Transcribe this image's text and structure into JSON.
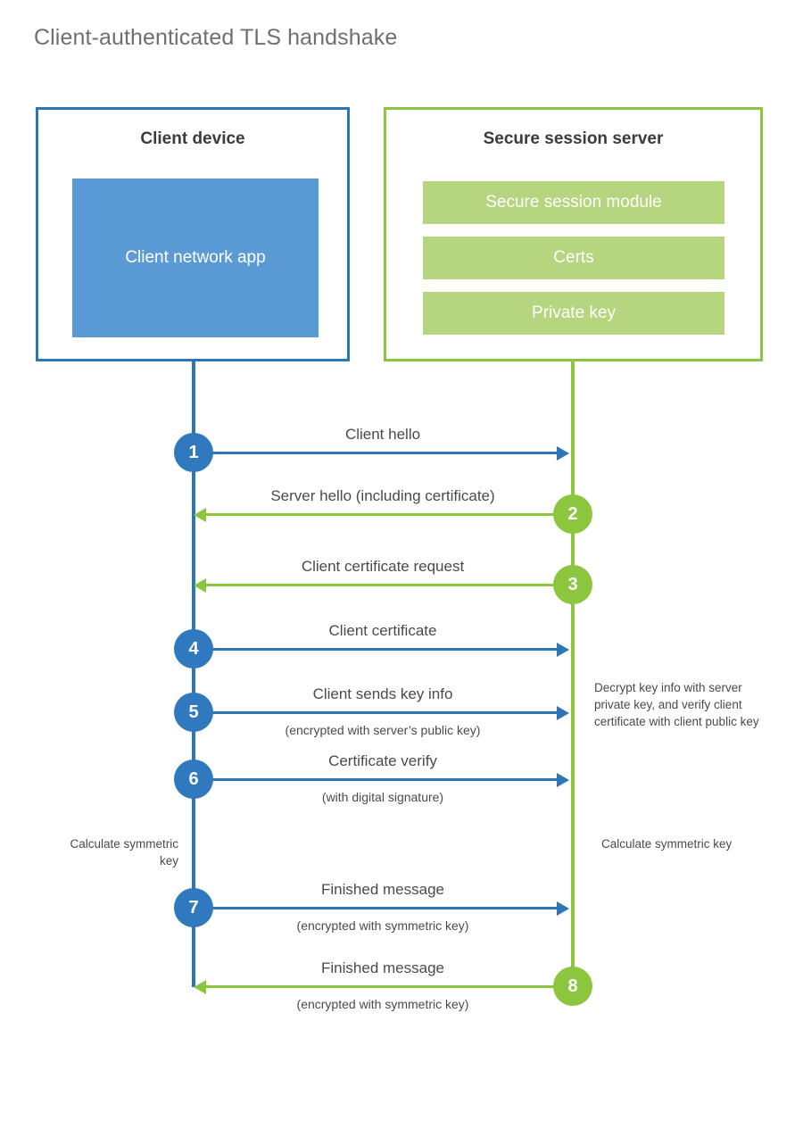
{
  "title": "Client-authenticated TLS handshake",
  "colors": {
    "blue_border": "#2e75b6",
    "blue_fill": "#5b9bd5",
    "blue_circle": "#3079be",
    "green_border": "#8cc63f",
    "green_fill": "#b5d57f",
    "green_circle": "#8cc63f",
    "title_text": "#6f6f6f",
    "body_text": "#4a4a4a",
    "background": "#ffffff"
  },
  "participants": {
    "client": {
      "title": "Client device",
      "app_label": "Client network app"
    },
    "server": {
      "title": "Secure session server",
      "components": [
        "Secure session module",
        "Certs",
        "Private key"
      ]
    }
  },
  "messages": [
    {
      "step": "1",
      "label": "Client hello",
      "sublabel": "",
      "direction": "client-to-server",
      "color": "blue"
    },
    {
      "step": "2",
      "label": "Server hello (including certificate)",
      "sublabel": "",
      "direction": "server-to-client",
      "color": "green"
    },
    {
      "step": "3",
      "label": "Client certificate request",
      "sublabel": "",
      "direction": "server-to-client",
      "color": "green"
    },
    {
      "step": "4",
      "label": "Client certificate",
      "sublabel": "",
      "direction": "client-to-server",
      "color": "blue"
    },
    {
      "step": "5",
      "label": "Client sends key info",
      "sublabel": "(encrypted with server’s public key)",
      "direction": "client-to-server",
      "color": "blue"
    },
    {
      "step": "6",
      "label": "Certificate verify",
      "sublabel": "(with digital signature)",
      "direction": "client-to-server",
      "color": "blue"
    },
    {
      "step": "7",
      "label": "Finished message",
      "sublabel": "(encrypted with symmetric key)",
      "direction": "client-to-server",
      "color": "blue"
    },
    {
      "step": "8",
      "label": "Finished message",
      "sublabel": "(encrypted with symmetric key)",
      "direction": "server-to-client",
      "color": "green"
    }
  ],
  "notes": {
    "decrypt": "Decrypt key info with server private key, and verify client certificate with client public key",
    "calculate_client": "Calculate symmetric key",
    "calculate_server": "Calculate symmetric key"
  }
}
